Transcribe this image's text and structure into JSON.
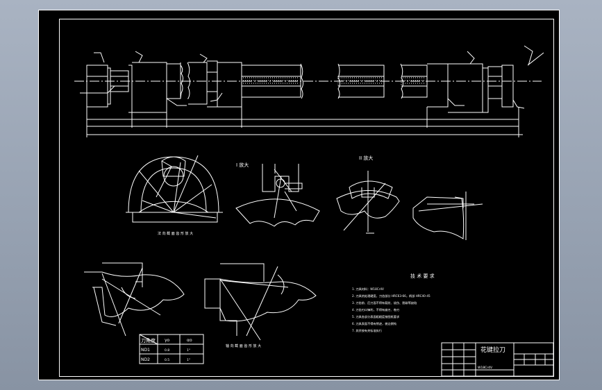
{
  "labels": {
    "detail_one": "I 放大",
    "detail_two": "II 放大",
    "section_caption_1": "法 向 截 面 齿 形 放 大",
    "section_caption_2": "轴 向 截 面 齿 形 放 大",
    "tech_title": "技 术 要 求",
    "tech_items": [
      "1. 刀具材料：W18Cr4V",
      "2. 刀具热处理硬度，刀齿部分 HRC63-66，柄部 HRC40-45",
      "3. 刀齿前、后刀面不得有裂纹、烧伤、脱碳等缺陷",
      "4. 刀齿刃口锋利，不得有崩刃、卷刃",
      "5. 刀具各部分表面粗糙度按图纸要求",
      "6. 刀具表面不得有锈迹，棱边倒钝",
      "7. 其余按有关标准执行"
    ],
    "title_block_name": "花键拉刀",
    "title_block_sub": "W18Cr4V"
  },
  "angle_table": {
    "header_corner": "刀角度",
    "col1": "γo",
    "col2": "αo",
    "rows": [
      {
        "name": "ND1",
        "v1": "0.8",
        "v2": "1°"
      },
      {
        "name": "ND2",
        "v1": "0.5",
        "v2": "1°"
      }
    ]
  }
}
